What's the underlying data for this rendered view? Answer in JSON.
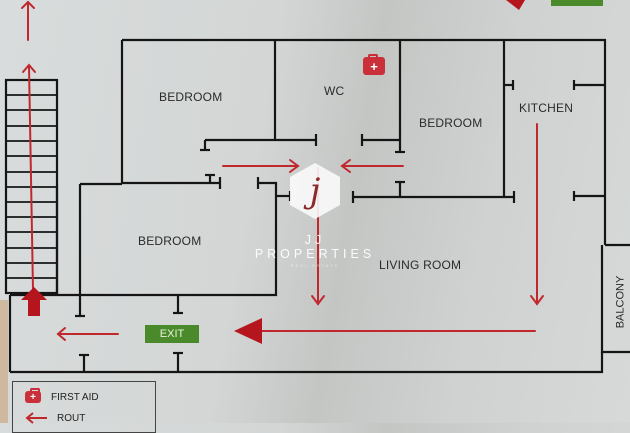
{
  "plan": {
    "rooms": [
      {
        "id": "bedroom-1",
        "label": "BEDROOM"
      },
      {
        "id": "wc",
        "label": "WC"
      },
      {
        "id": "bedroom-2",
        "label": "BEDROOM"
      },
      {
        "id": "kitchen",
        "label": "KITCHEN"
      },
      {
        "id": "bedroom-3",
        "label": "BEDROOM"
      },
      {
        "id": "living-room",
        "label": "LIVING ROOM"
      },
      {
        "id": "balcony",
        "label": "BALCONY"
      }
    ],
    "exit_sign": "EXIT",
    "first_aid_icon": "first-aid-kit-icon"
  },
  "watermark": {
    "logo_letter": "j",
    "title": "JJ PROPERTIES",
    "subtitle": "REAL ESTATE"
  },
  "legend": {
    "items": [
      {
        "icon": "first-aid-kit-icon",
        "label": "FIRST AID"
      },
      {
        "icon": "arrow-left-icon",
        "label": "ROUT"
      }
    ]
  },
  "colors": {
    "route_red": "#c0282e",
    "exit_green": "#4a8a2a",
    "wall_black": "#151515"
  }
}
